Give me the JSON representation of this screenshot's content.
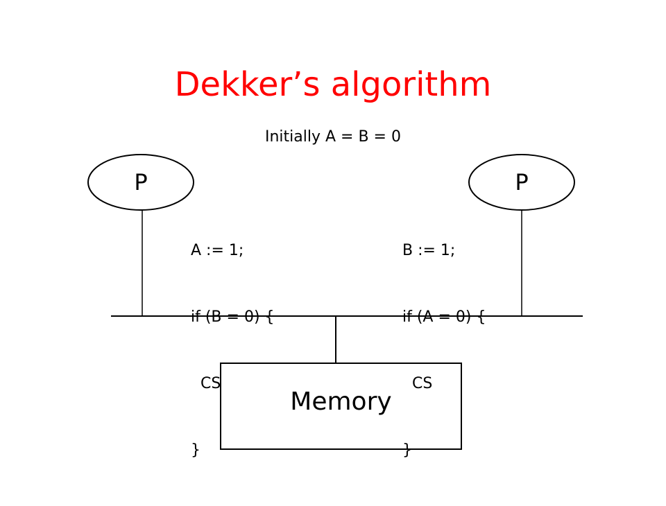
{
  "slide": {
    "title": "Dekker’s algorithm",
    "subtitle": "Initially A = B = 0"
  },
  "processes": [
    {
      "label": "P",
      "code": [
        "A := 1;",
        "if (B = 0) {",
        "  CS",
        "}"
      ]
    },
    {
      "label": "P",
      "code": [
        "B := 1;",
        "if (A = 0) {",
        "  CS",
        "}"
      ]
    }
  ],
  "memory": {
    "label": "Memory"
  },
  "colors": {
    "title": "#ff0000",
    "text": "#000000",
    "line": "#000000",
    "background": "#ffffff"
  }
}
